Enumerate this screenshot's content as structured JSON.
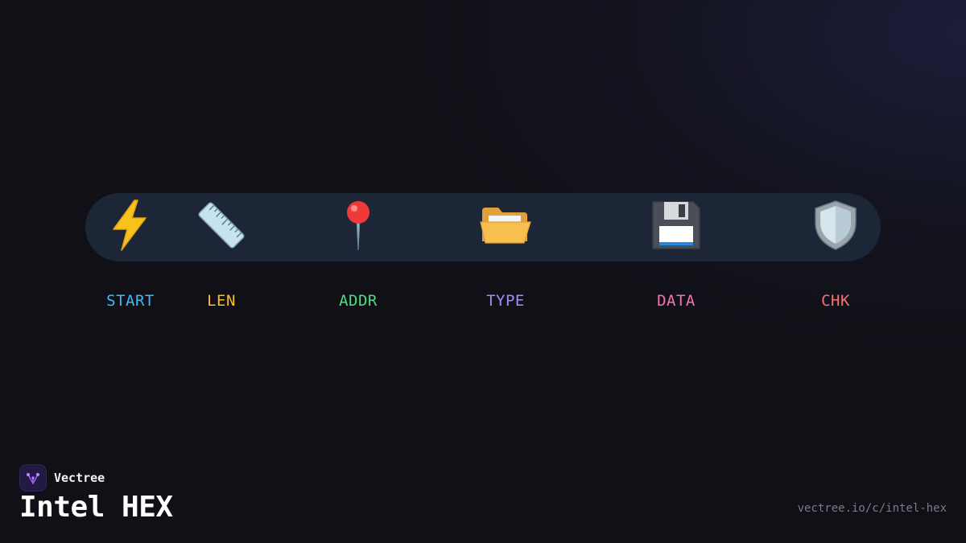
{
  "fields": [
    {
      "label": "START",
      "icon": "lightning-icon",
      "color": "#38bdf8"
    },
    {
      "label": "LEN",
      "icon": "ruler-icon",
      "color": "#fbbf24"
    },
    {
      "label": "ADDR",
      "icon": "pushpin-icon",
      "color": "#4ade80"
    },
    {
      "label": "TYPE",
      "icon": "open-folder-icon",
      "color": "#a78bfa"
    },
    {
      "label": "DATA",
      "icon": "floppy-disk-icon",
      "color": "#f472b6"
    },
    {
      "label": "CHK",
      "icon": "shield-icon",
      "color": "#f87171"
    }
  ],
  "footer": {
    "brand": "Vectree",
    "title": "Intel HEX",
    "url": "vectree.io/c/intel-hex"
  },
  "colors": {
    "background": "#101016",
    "bar": "#1c2636",
    "logo_bg": "#221a44",
    "logo_mark": "#9b5cf6"
  }
}
